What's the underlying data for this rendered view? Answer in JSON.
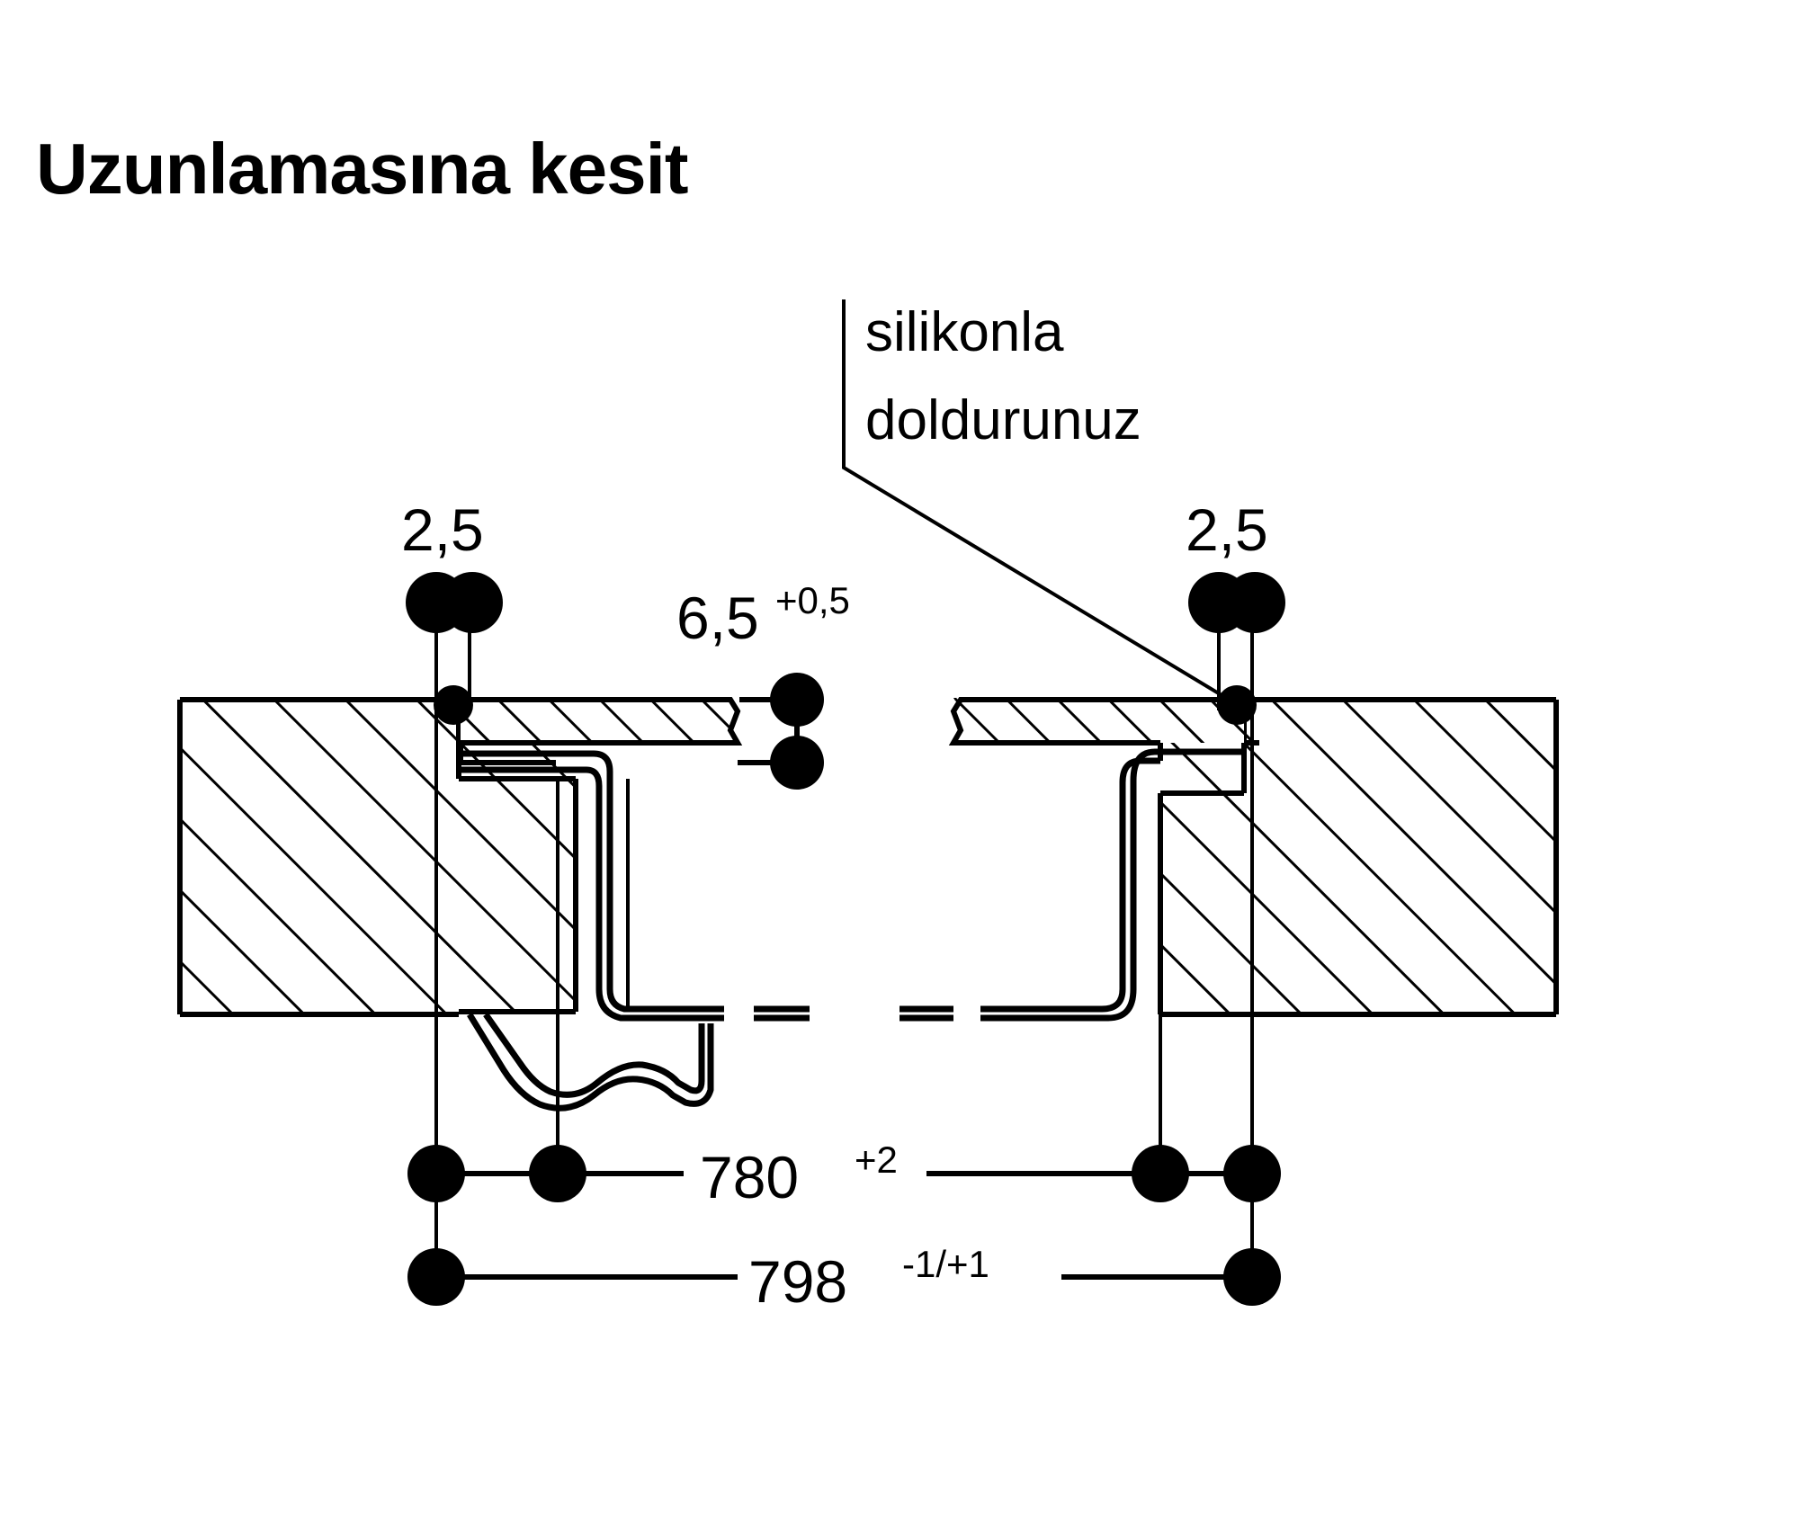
{
  "page": {
    "title": "Uzunlamasına kesit",
    "background_color": "#ffffff",
    "line_color": "#000000"
  },
  "annotations": {
    "silicone_note_line1": "silikonla",
    "silicone_note_line2": "doldurunuz"
  },
  "dimensions": {
    "left_gap": {
      "value": "2,5",
      "sup": ""
    },
    "right_gap": {
      "value": "2,5",
      "sup": ""
    },
    "worktop_thickness": {
      "value": "6,5",
      "sup": "+0,5"
    },
    "cutout_width": {
      "value": "780",
      "sup": "+2"
    },
    "overall_width": {
      "value": "798",
      "sup": "-1/+1"
    }
  },
  "legend": {
    "hatch_meaning": "worktop-section-hatching",
    "dot_meaning": "dimension-node"
  }
}
